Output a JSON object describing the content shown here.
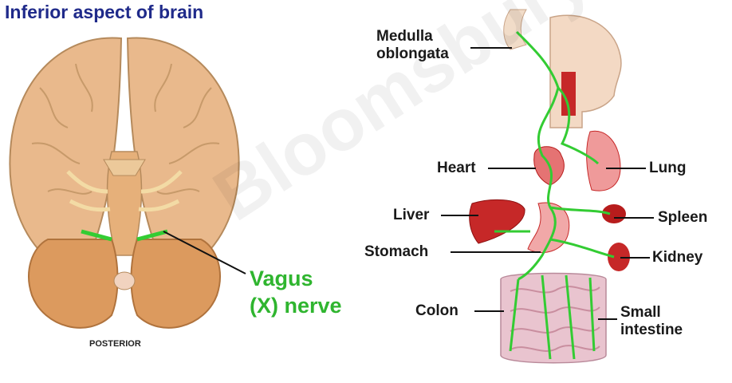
{
  "title": "Inferior aspect of brain",
  "brain_caption": "POSTERIOR",
  "nerve_label_line1": "Vagus",
  "nerve_label_line2": "(X) nerve",
  "organs": {
    "medulla_line1": "Medulla",
    "medulla_line2": "oblongata",
    "heart": "Heart",
    "lung": "Lung",
    "liver": "Liver",
    "spleen": "Spleen",
    "stomach": "Stomach",
    "kidney": "Kidney",
    "colon": "Colon",
    "small_intestine_line1": "Small",
    "small_intestine_line2": "intestine"
  },
  "watermark": "Bloomsbury Educational",
  "colors": {
    "title": "#1f2a8a",
    "nerve": "#33cc33",
    "brain": "#e9b98c",
    "cerebellum": "#dc9a5e",
    "organ_red": "#c62828"
  }
}
